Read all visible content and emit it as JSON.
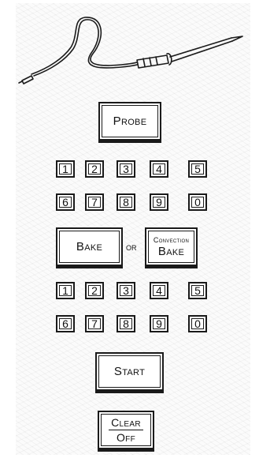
{
  "probe_key": {
    "label": "Probe"
  },
  "keypad_1": {
    "row1": [
      "1",
      "2",
      "3",
      "4",
      "5"
    ],
    "row2": [
      "6",
      "7",
      "8",
      "9",
      "0"
    ]
  },
  "bake_key": {
    "label": "Bake"
  },
  "or_label": "or",
  "convection_bake_key": {
    "line1": "Convection",
    "line2": "Bake"
  },
  "keypad_2": {
    "row1": [
      "1",
      "2",
      "3",
      "4",
      "5"
    ],
    "row2": [
      "6",
      "7",
      "8",
      "9",
      "0"
    ]
  },
  "start_key": {
    "label": "Start"
  },
  "clear_off_key": {
    "line1": "Clear",
    "line2": "Off"
  },
  "icons": {
    "probe": "meat-probe-icon"
  },
  "colors": {
    "ink": "#1a1a1a",
    "background": "#fbfbfb"
  }
}
